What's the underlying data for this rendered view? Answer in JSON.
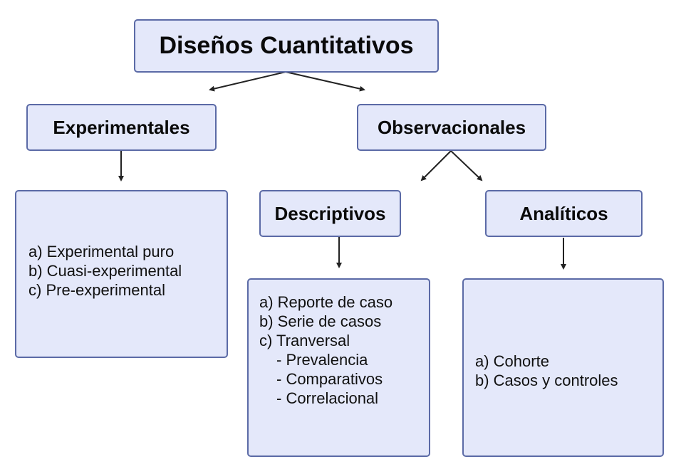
{
  "root": {
    "label": "Diseños Cuantitativos"
  },
  "experimentales": {
    "label": "Experimentales",
    "items": [
      "a) Experimental puro",
      "b) Cuasi-experimental",
      "c) Pre-experimental"
    ]
  },
  "observacionales": {
    "label": "Observacionales",
    "descriptivos": {
      "label": "Descriptivos",
      "items": [
        "a) Reporte de caso",
        "b) Serie de casos",
        "c) Tranversal"
      ],
      "subitems": [
        "- Prevalencia",
        "- Comparativos",
        "- Correlacional"
      ]
    },
    "analiticos": {
      "label": "Analíticos",
      "items": [
        "a) Cohorte",
        "b) Casos y controles"
      ]
    }
  },
  "colors": {
    "box_fill": "#e4e8fa",
    "box_border": "#5b6aa6",
    "arrow": "#222222"
  }
}
